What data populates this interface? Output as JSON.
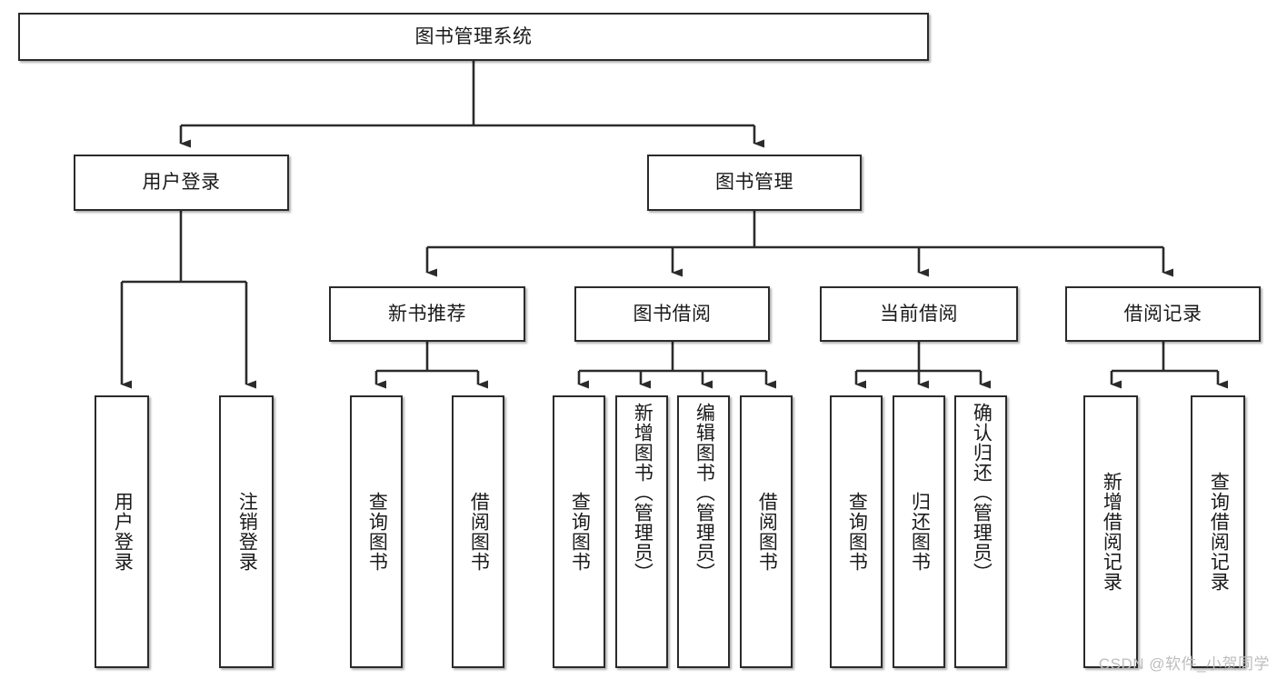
{
  "diagram": {
    "title": "图书管理系统",
    "type": "tree",
    "watermark": "CSDN @软件_小贺同学",
    "colors": {
      "box_border": "#2b2b2b",
      "box_fill": "#ffffff",
      "connector": "#2b2b2b",
      "text": "#1a1a1a",
      "watermark": "#bdbdbd"
    },
    "levels": {
      "root": {
        "label": "图书管理系统"
      },
      "level2": [
        {
          "label": "用户登录"
        },
        {
          "label": "图书管理"
        }
      ],
      "level3": [
        {
          "label": "新书推荐"
        },
        {
          "label": "图书借阅"
        },
        {
          "label": "当前借阅"
        },
        {
          "label": "借阅记录"
        }
      ]
    },
    "leaves": {
      "user_login": [
        {
          "label": "用户登录"
        },
        {
          "label": "注销登录"
        }
      ],
      "new_book_recommend": [
        {
          "label": "查询图书"
        },
        {
          "label": "借阅图书"
        }
      ],
      "book_borrow": [
        {
          "label": "查询图书"
        },
        {
          "label": "新增图书（管理员）"
        },
        {
          "label": "编辑图书（管理员）"
        },
        {
          "label": "借阅图书"
        }
      ],
      "current_borrow": [
        {
          "label": "查询图书"
        },
        {
          "label": "归还图书"
        },
        {
          "label": "确认归还（管理员）"
        }
      ],
      "borrow_record": [
        {
          "label": "新增借阅记录"
        },
        {
          "label": "查询借阅记录"
        }
      ]
    }
  }
}
